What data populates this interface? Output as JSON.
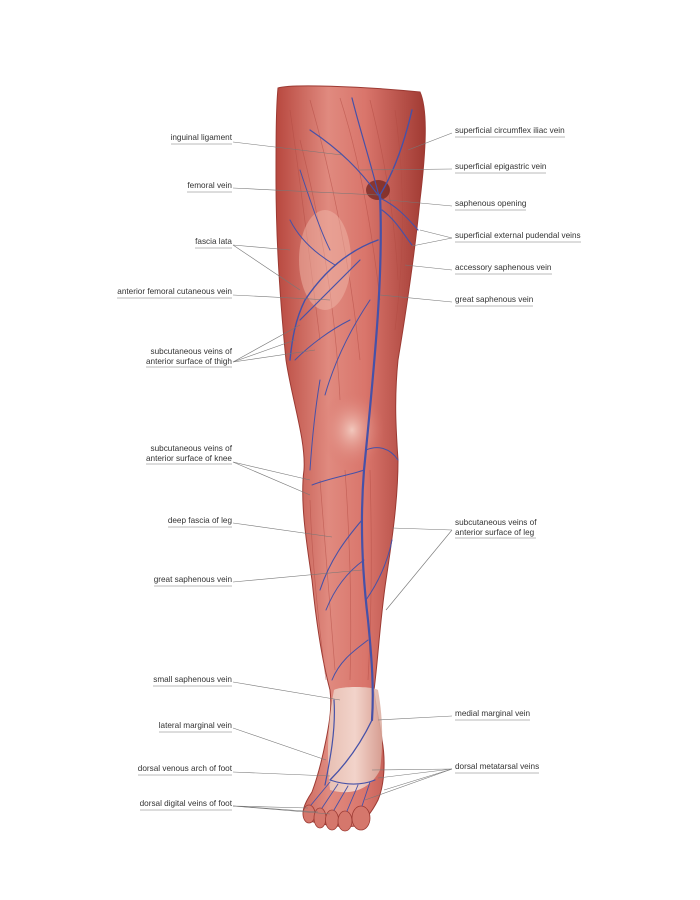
{
  "colors": {
    "muscle": "#d4635a",
    "muscle_light": "#e8958a",
    "muscle_dark": "#a8413a",
    "vein": "#4651a8",
    "leader": "#777777",
    "text": "#333333"
  },
  "labels_left": {
    "inguinal_ligament": "inguinal ligament",
    "femoral_vein": "femoral vein",
    "fascia_lata": "fascia lata",
    "anterior_femoral_cutaneous_vein": "anterior femoral cutaneous vein",
    "subcutaneous_thigh_1": "subcutaneous veins of",
    "subcutaneous_thigh_2": "anterior surface of thigh",
    "subcutaneous_knee_1": "subcutaneous veins of",
    "subcutaneous_knee_2": "anterior surface of knee",
    "deep_fascia_leg": "deep fascia of leg",
    "great_saphenous_vein_leg": "great saphenous vein",
    "small_saphenous_vein": "small saphenous vein",
    "lateral_marginal_vein": "lateral marginal vein",
    "dorsal_venous_arch": "dorsal venous arch of foot",
    "dorsal_digital_veins": "dorsal digital veins of foot"
  },
  "labels_right": {
    "superficial_circumflex_iliac": "superficial circumflex iliac vein",
    "superficial_epigastric": "superficial epigastric vein",
    "saphenous_opening": "saphenous opening",
    "superficial_external_pudendal": "superficial external pudendal veins",
    "accessory_saphenous": "accessory saphenous vein",
    "great_saphenous_vein_thigh": "great saphenous vein",
    "subcutaneous_leg_1": "subcutaneous veins of",
    "subcutaneous_leg_2": "anterior surface of leg",
    "medial_marginal_vein": "medial marginal vein",
    "dorsal_metatarsal_veins": "dorsal metatarsal veins"
  }
}
